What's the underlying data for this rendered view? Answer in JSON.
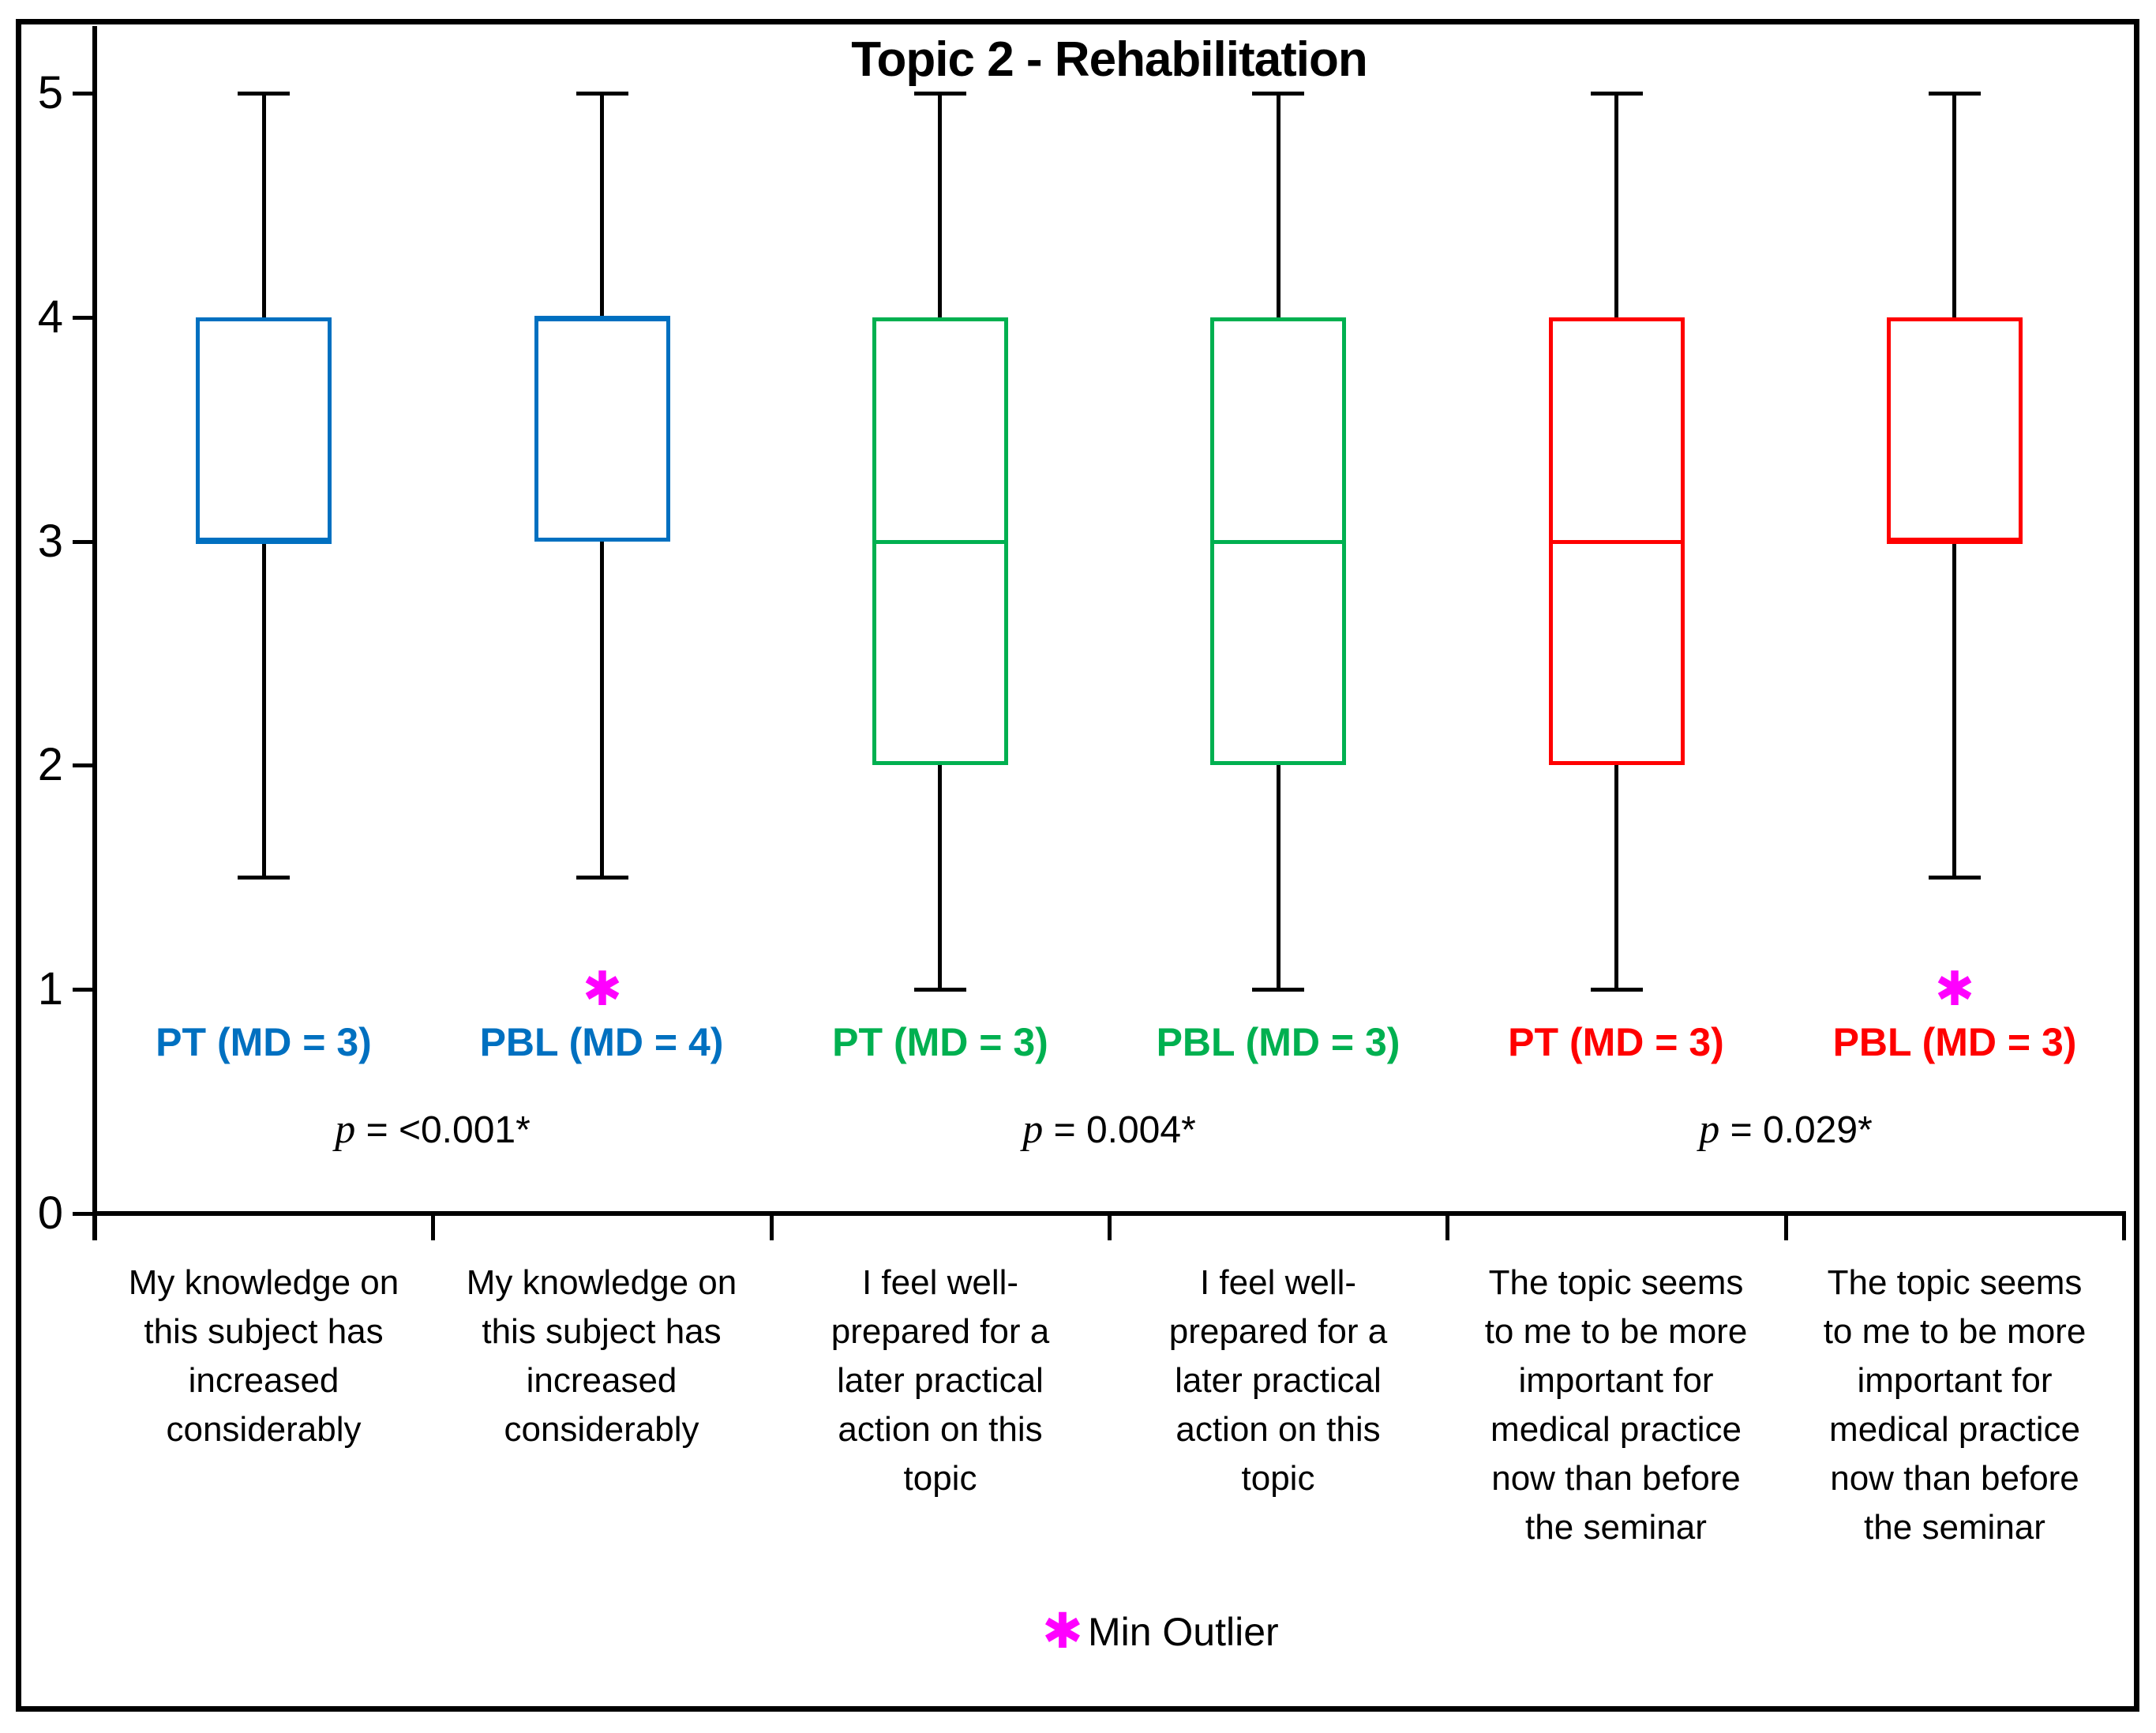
{
  "chart_data": {
    "type": "boxplot",
    "title": "Topic 2 - Rehabilitation",
    "y_axis": {
      "min": 0,
      "max": 5,
      "step": 1,
      "ticks": [
        0,
        1,
        2,
        3,
        4,
        5
      ],
      "tick_labels": [
        "0",
        "1",
        "2",
        "3",
        "4",
        "5"
      ]
    },
    "grid": "off",
    "colors": {
      "pair1": "#0070C0",
      "pair2": "#00B050",
      "pair3": "#FF0000",
      "outlier": "#FF00FF",
      "axis": "#000000"
    },
    "groups": [
      {
        "label": "PT (MD = 3)",
        "color": "#0070C0",
        "q1": 3,
        "q3": 4,
        "median": 3,
        "whisker_low": 1.5,
        "whisker_high": 5,
        "outlier": null,
        "category_lines": [
          "My knowledge on",
          "this subject has",
          "increased",
          "considerably"
        ]
      },
      {
        "label": "PBL (MD = 4)",
        "color": "#0070C0",
        "q1": 3,
        "q3": 4,
        "median": 4,
        "whisker_low": 1.5,
        "whisker_high": 5,
        "outlier": 1,
        "category_lines": [
          "My knowledge on",
          "this subject has",
          "increased",
          "considerably"
        ]
      },
      {
        "label": "PT (MD = 3)",
        "color": "#00B050",
        "q1": 2,
        "q3": 4,
        "median": 3,
        "whisker_low": 1,
        "whisker_high": 5,
        "outlier": null,
        "category_lines": [
          "I feel well-",
          "prepared for a",
          "later practical",
          "action on this",
          "topic"
        ]
      },
      {
        "label": "PBL (MD = 3)",
        "color": "#00B050",
        "q1": 2,
        "q3": 4,
        "median": 3,
        "whisker_low": 1,
        "whisker_high": 5,
        "outlier": null,
        "category_lines": [
          "I feel well-",
          "prepared for a",
          "later practical",
          "action on this",
          "topic"
        ]
      },
      {
        "label": "PT (MD = 3)",
        "color": "#FF0000",
        "q1": 2,
        "q3": 4,
        "median": 3,
        "whisker_low": 1,
        "whisker_high": 5,
        "outlier": null,
        "category_lines": [
          "The topic seems",
          "to me to be more",
          "important for",
          "medical practice",
          "now than before",
          "the seminar"
        ]
      },
      {
        "label": "PBL (MD = 3)",
        "color": "#FF0000",
        "q1": 3,
        "q3": 4,
        "median": 3,
        "whisker_low": 1.5,
        "whisker_high": 5,
        "outlier": 1,
        "category_lines": [
          "The topic seems",
          "to me to be more",
          "important for",
          "medical practice",
          "now than before",
          "the seminar"
        ]
      }
    ],
    "p_values": [
      {
        "label": "p = <0.001*"
      },
      {
        "label": "p = 0.004*"
      },
      {
        "label": "p = 0.029*"
      }
    ],
    "legend": {
      "marker": "✱",
      "marker_color": "#FF00FF",
      "label": "Min Outlier"
    }
  }
}
